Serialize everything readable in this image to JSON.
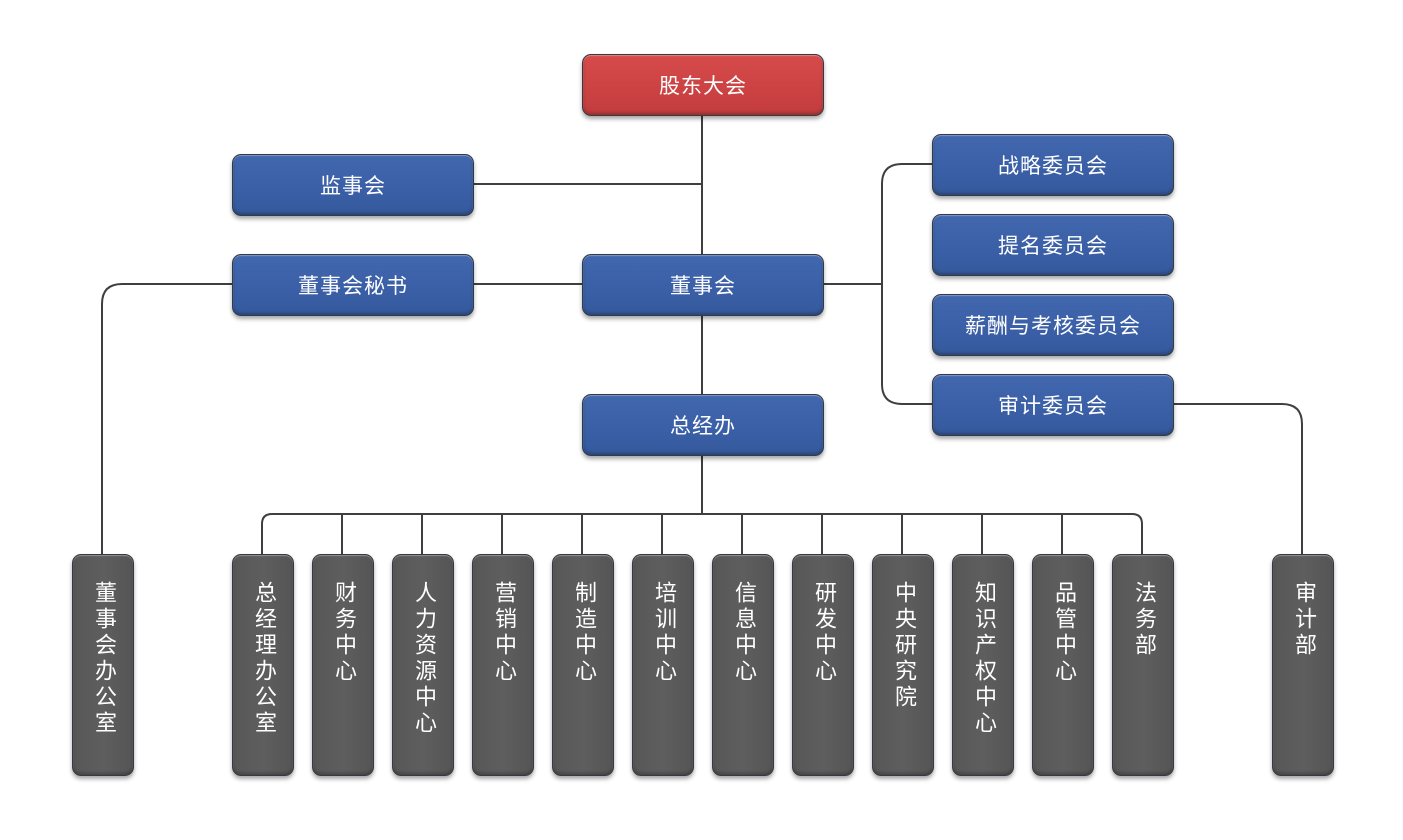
{
  "title": "公司组织架构图",
  "colors": {
    "top": "#cc4243",
    "governance": "#3a5fa6",
    "department": "#5a5a5a",
    "connector": "#3f3f3f"
  },
  "nodes": {
    "shareholders": "股东大会",
    "supervisory_board": "监事会",
    "board_secretary": "董事会秘书",
    "board": "董事会",
    "general_office": "总经办",
    "committees": [
      "战略委员会",
      "提名委员会",
      "薪酬与考核委员会",
      "审计委员会"
    ],
    "board_office": "董事会办公室",
    "departments": [
      "总经理办公室",
      "财务中心",
      "人力资源中心",
      "营销中心",
      "制造中心",
      "培训中心",
      "信息中心",
      "研发中心",
      "中央研究院",
      "知识产权中心",
      "品管中心",
      "法务部"
    ],
    "audit_dept": "审计部"
  }
}
